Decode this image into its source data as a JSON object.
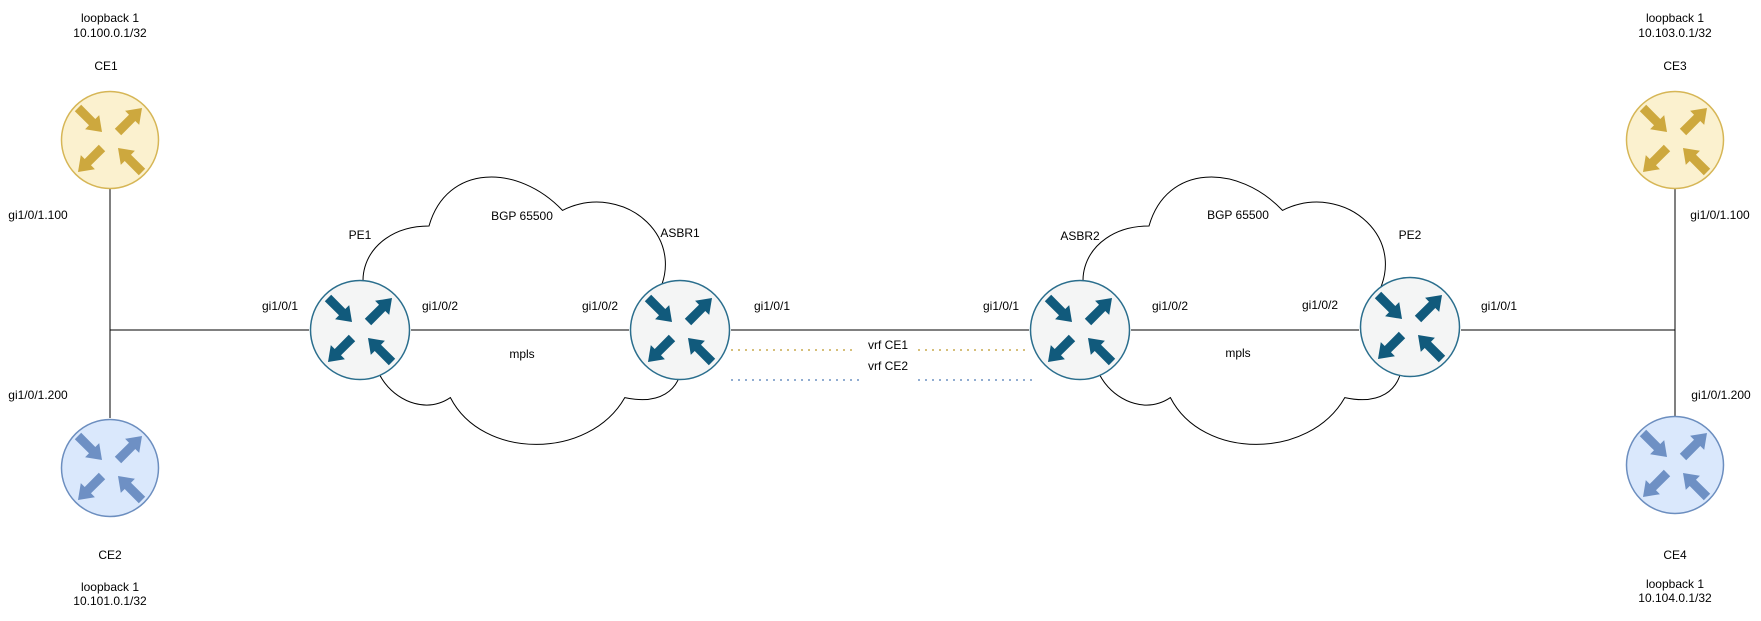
{
  "colors": {
    "background": "#ffffff",
    "link_line": "#000000",
    "cloud_fill": "#ffffff",
    "cloud_stroke": "#000000",
    "ce_yellow_fill": "#fbf1cf",
    "ce_yellow_stroke": "#d6b656",
    "ce_yellow_arrow": "#cda83e",
    "ce_blue_fill": "#dae8fc",
    "ce_blue_stroke": "#6c8ebf",
    "ce_blue_arrow": "#6e90c4",
    "pe_fill": "#f4f5f5",
    "pe_stroke": "#2a6e8d",
    "pe_arrow": "#115a7c",
    "vrf_ce1_color": "#d6bf7a",
    "vrf_ce2_color": "#91add1",
    "label_color": "#000000"
  },
  "nodes": {
    "ce1": {
      "name": "CE1",
      "loopback": "loopback 1",
      "loopback_ip": "10.100.0.1/32"
    },
    "ce2": {
      "name": "CE2",
      "loopback": "loopback 1",
      "loopback_ip": "10.101.0.1/32"
    },
    "ce3": {
      "name": "CE3",
      "loopback": "loopback 1",
      "loopback_ip": "10.103.0.1/32"
    },
    "ce4": {
      "name": "CE4",
      "loopback": "loopback 1",
      "loopback_ip": "10.104.0.1/32"
    },
    "pe1": {
      "name": "PE1"
    },
    "asbr1": {
      "name": "ASBR1"
    },
    "asbr2": {
      "name": "ASBR2"
    },
    "pe2": {
      "name": "PE2"
    }
  },
  "clouds": {
    "left": {
      "label": "BGP 65500",
      "core_label": "mpls"
    },
    "right": {
      "label": "BGP 65500",
      "core_label": "mpls"
    }
  },
  "interfaces": {
    "ce1_access": "gi1/0/1.100",
    "ce2_access": "gi1/0/1.200",
    "ce3_access": "gi1/0/1.100",
    "ce4_access": "gi1/0/1.200",
    "pe1_to_ce": "gi1/0/1",
    "pe1_to_asbr1": "gi1/0/2",
    "asbr1_to_pe1": "gi1/0/2",
    "asbr1_to_asbr2": "gi1/0/1",
    "asbr2_to_asbr1": "gi1/0/1",
    "asbr2_to_pe2": "gi1/0/2",
    "pe2_to_asbr2": "gi1/0/2",
    "pe2_to_ce": "gi1/0/1"
  },
  "vrf_links": {
    "vrf_ce1": {
      "label": "vrf CE1"
    },
    "vrf_ce2": {
      "label": "vrf CE2"
    }
  }
}
